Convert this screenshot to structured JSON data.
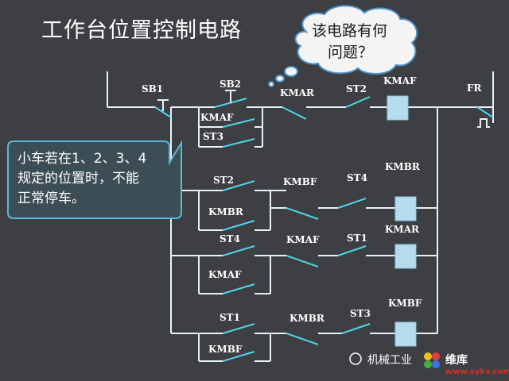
{
  "title": "工作台位置控制电路",
  "thought_bubble": {
    "line1": "该电路有何",
    "line2": "问题？"
  },
  "callout": {
    "line1": "小车若在1、2、3、4",
    "line2": "规定的位置时，不能",
    "line3": "正常停车。"
  },
  "labels": {
    "sb1": "SB1",
    "sb2": "SB2",
    "kmaf_hold": "KMAF",
    "st3_top": "ST3",
    "kmar_top": "KMAR",
    "st2_top": "ST2",
    "kmaf_coil": "KMAF",
    "fr": "FR",
    "r2_st2": "ST2",
    "r2_kmbr_hold": "KMBR",
    "r2_kmbf": "KMBF",
    "r2_st4": "ST4",
    "r2_coil": "KMBR",
    "r3_st4": "ST4",
    "r3_kmaf_hold": "KMAF",
    "r3_kmaf": "KMAF",
    "r3_st1": "ST1",
    "r3_coil": "KMAR",
    "r4_st1": "ST1",
    "r4_kmbf_hold": "KMBF",
    "r4_kmbr": "KMBR",
    "r4_st3": "ST3",
    "r4_coil": "KMBF"
  },
  "watermark": {
    "text": "机械工业",
    "brand": "维库",
    "url": "www.sykv.com"
  },
  "colors": {
    "background": "#3d3f42",
    "wire": "#e8f2fa",
    "contact": "#4dd5ea",
    "coil": "#b4dcee",
    "callout_border": "#5ab8e0",
    "callout_fill": "#3d4d55"
  }
}
